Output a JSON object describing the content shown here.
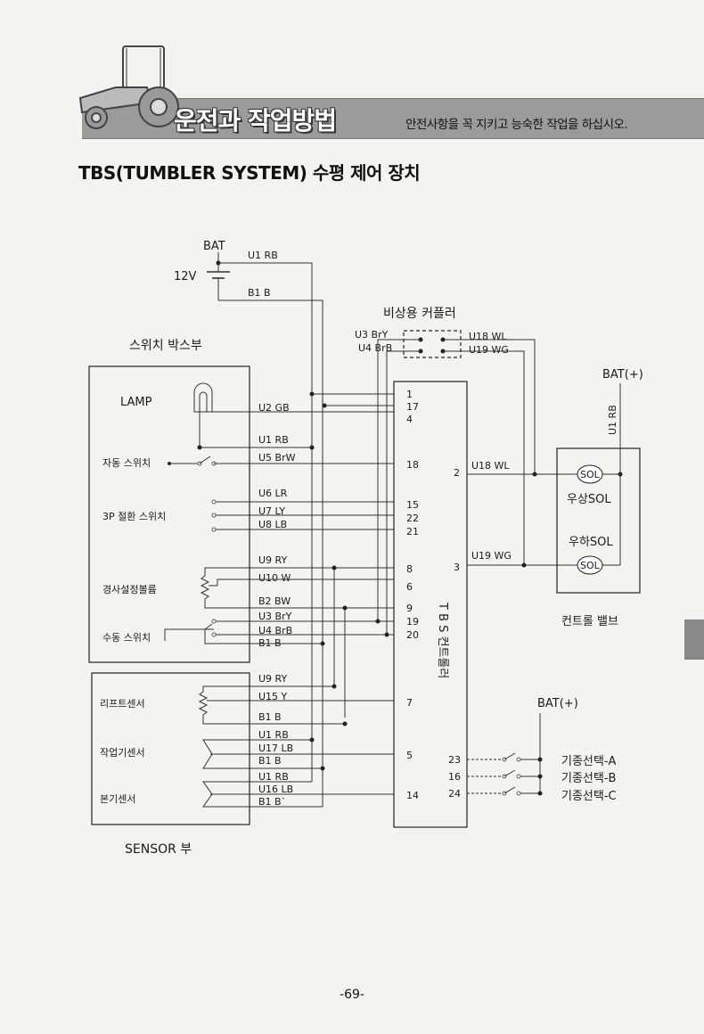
{
  "header": {
    "chapter_title": "운전과 작업방법",
    "subtitle": "안전사항을 꼭 지키고 능숙한 작업을 하십시오."
  },
  "section_title": "TBS(TUMBLER SYSTEM) 수평 제어 장치",
  "page_number": "-69-",
  "diagram": {
    "power": {
      "bat": "BAT",
      "voltage": "12V",
      "wire_top": "U1 RB",
      "wire_bottom": "B1 B"
    },
    "switch_box": {
      "title": "스위치 박스부",
      "lamp": "LAMP",
      "auto_switch": "자동 스위치",
      "mode_switch": "3P 절환 스위치",
      "tilt_volume": "경사설정볼륨",
      "manual_switch": "수동 스위치",
      "wires": [
        "U2 GB",
        "U1 RB",
        "U5 BrW",
        "U6 LR",
        "U7 LY",
        "U8 LB",
        "U9 RY",
        "U10 W",
        "B2 BW",
        "U3 BrY",
        "U4 BrB",
        "B1 B"
      ]
    },
    "sensor_box": {
      "title": "SENSOR 부",
      "lift_sensor": "리프트센서",
      "work_sensor": "작업기센서",
      "main_sensor": "본기센서",
      "wires": [
        "U9 RY",
        "U15 Y",
        "B1 B",
        "U1 RB",
        "U17 LB",
        "B1 B",
        "U1 RB",
        "U16 LB",
        "B1 B`"
      ]
    },
    "coupler": {
      "title": "비상용 커플러",
      "left_wires": [
        "U3 BrY",
        "U4 BrB"
      ],
      "right_wires": [
        "U18 WL",
        "U19 WG"
      ]
    },
    "controller": {
      "label": "T B S 컨트롤러",
      "left_pins": [
        "1",
        "17",
        "4",
        "18",
        "15",
        "22",
        "21",
        "8",
        "6",
        "9",
        "19",
        "20",
        "7",
        "5",
        "14"
      ],
      "right_pins": [
        "2",
        "3",
        "23",
        "16",
        "24"
      ],
      "out_wires": [
        "U18 WL",
        "U19 WG"
      ]
    },
    "control_valve": {
      "title": "컨트롤 밸브",
      "bat": "BAT(+)",
      "bat_wire": "U1 RB",
      "sol": "SOL",
      "up_sol": "우상SOL",
      "down_sol": "우하SOL"
    },
    "model_select": {
      "bat": "BAT(+)",
      "items": [
        "기종선택-A",
        "기종선택-B",
        "기종선택-C"
      ]
    }
  }
}
